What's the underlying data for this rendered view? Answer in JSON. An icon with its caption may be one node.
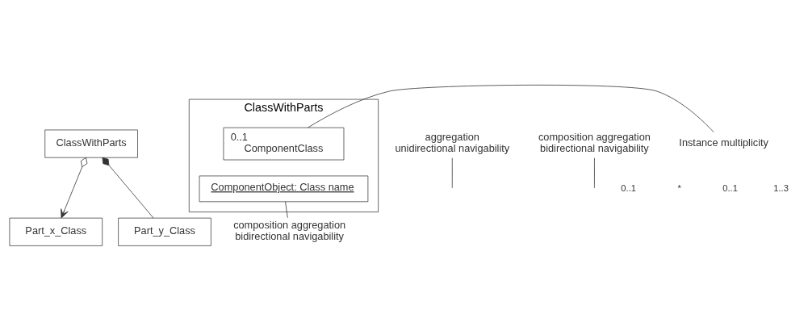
{
  "diagram": {
    "nodes": [
      {
        "text": [
          "ClassWithParts"
        ]
      },
      {
        "text": [
          "Part_x_Class"
        ]
      },
      {
        "text": [
          "Part_y_Class"
        ]
      },
      {
        "text": [
          "ClassWithParts"
        ]
      },
      {
        "text": [
          "0..1",
          "ComponentClass"
        ],
        "in": 3
      },
      {
        "text": [
          "ComponentObject: Class name"
        ],
        "in": 3
      },
      {
        "text": [
          "aggregation unidirectional navigability"
        ]
      },
      {
        "text": [
          "composition aggregation bidirectional navigability"
        ]
      },
      {
        "text": [
          "Instance multiplicity"
        ]
      },
      {
        "text": [
          "composition aggregation bidirectional navigability"
        ]
      }
    ],
    "edges": [
      {
        "from": 0,
        "to": 1,
        "arrow": "to"
      },
      {
        "from": 0,
        "to": 2,
        "arrow": "other"
      },
      {
        "from": 6,
        "to": null,
        "arrow": "none"
      },
      {
        "from": 7,
        "to": null,
        "arrow": "none"
      },
      {
        "from": 8,
        "to": 4,
        "arrow": "none"
      },
      {
        "from": 9,
        "to": 5,
        "arrow": "none"
      }
    ],
    "labels": [
      "0..1",
      "*",
      "0..1",
      "1..3"
    ]
  }
}
